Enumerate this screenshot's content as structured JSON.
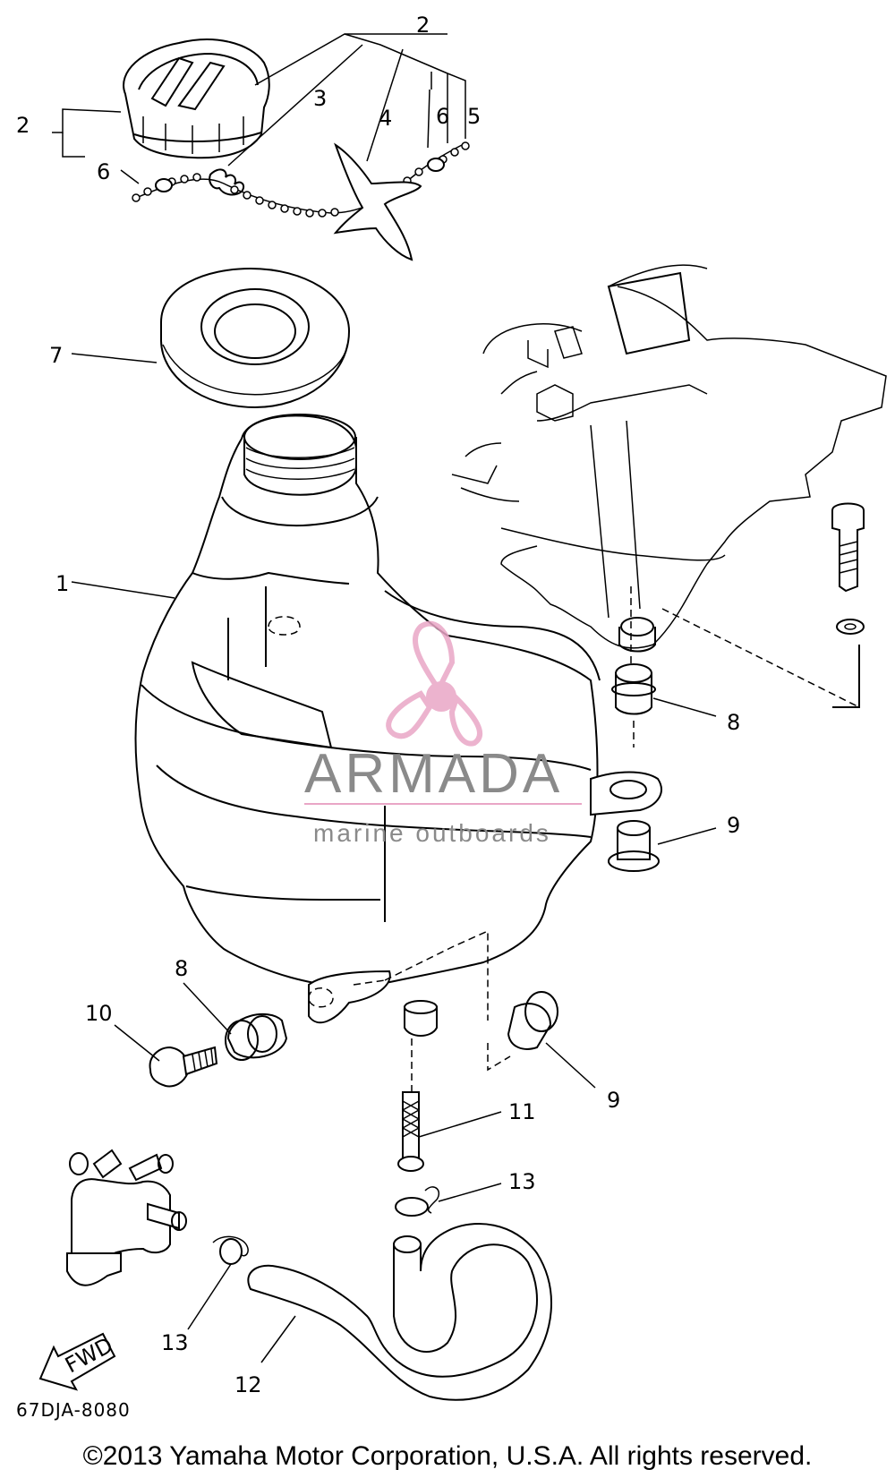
{
  "callouts": {
    "c1": "1",
    "c2a": "2",
    "c2b": "2",
    "c3": "3",
    "c4": "4",
    "c5": "5",
    "c6a": "6",
    "c6b": "6",
    "c7": "7",
    "c8a": "8",
    "c8b": "8",
    "c9a": "9",
    "c9b": "9",
    "c10": "10",
    "c11": "11",
    "c12": "12",
    "c13a": "13",
    "c13b": "13"
  },
  "fwd_label": "FWD",
  "diagram_code": "67DJA-8080",
  "watermark": {
    "name": "ARMADA",
    "tagline": "marine outboards",
    "accent_color": "#e9a6c6"
  },
  "copyright": "©2013 Yamaha Motor Corporation, U.S.A. All rights reserved."
}
